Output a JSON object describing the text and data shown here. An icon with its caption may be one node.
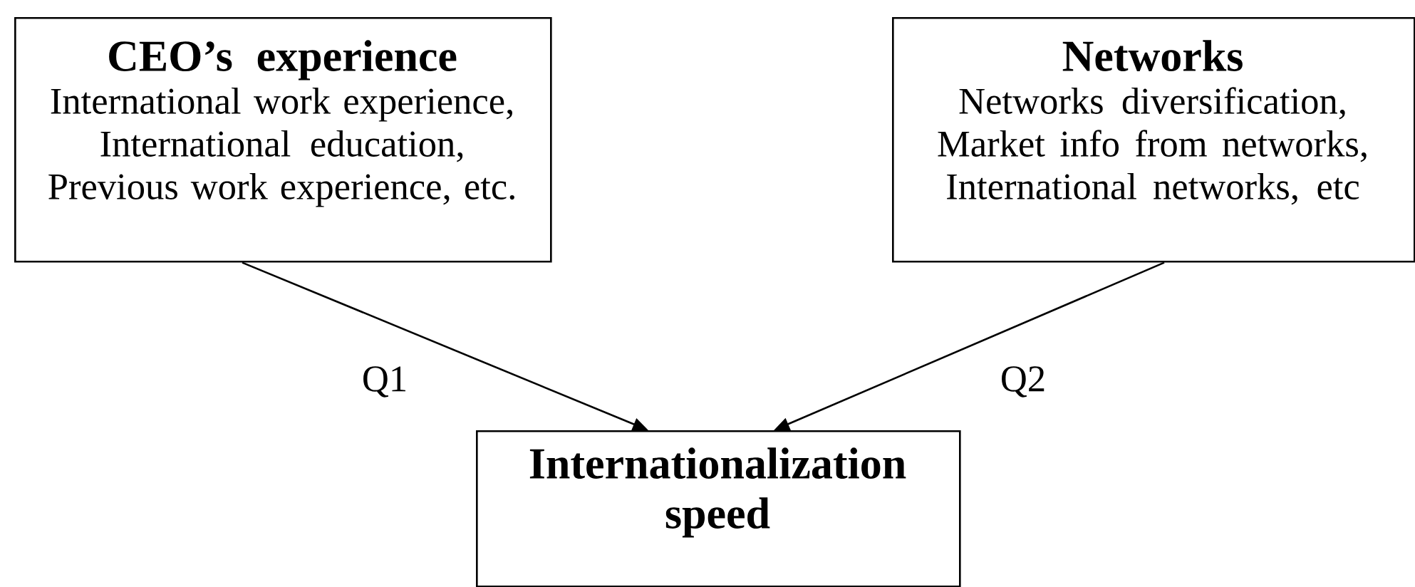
{
  "diagram": {
    "nodes": [
      {
        "text": [
          "CEO’s experience",
          "International work experience, International education, Previous work experience, etc."
        ]
      },
      {
        "text": [
          "Networks",
          "Networks diversification, Market info from networks, International networks, etc"
        ]
      },
      {
        "text": [
          "Internationalization speed"
        ]
      }
    ],
    "edges": [
      {
        "from": 0,
        "to": 2,
        "arrow": "to",
        "label": "Q1"
      },
      {
        "from": 1,
        "to": 2,
        "arrow": "to",
        "label": "Q2"
      }
    ]
  }
}
